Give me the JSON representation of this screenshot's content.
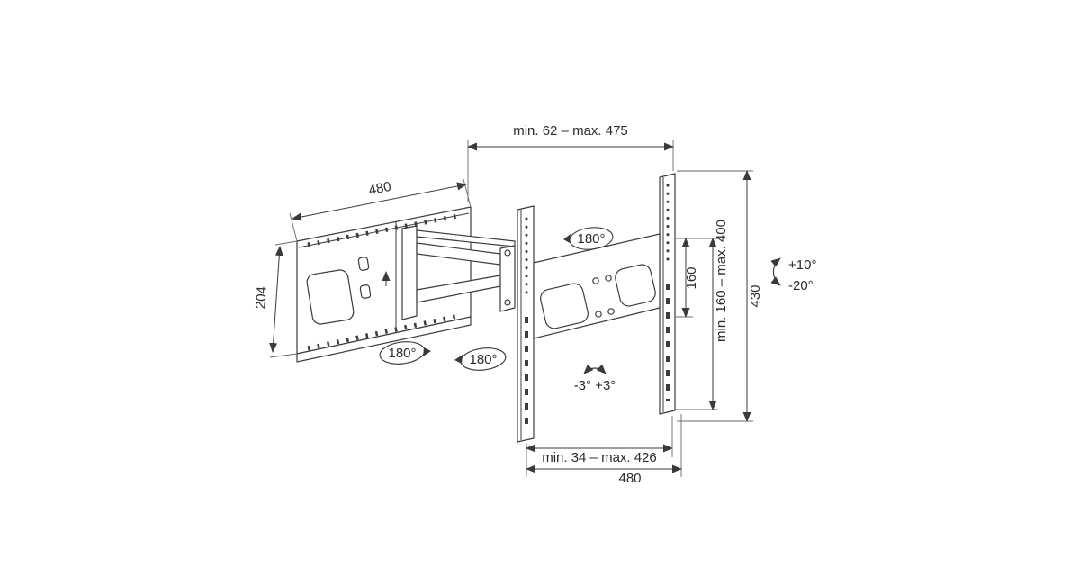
{
  "page": {
    "background": "#ffffff",
    "line_color": "#3c3c3c",
    "subject": "Full-motion TV wall mount technical dimension drawing"
  },
  "diagram": {
    "dimensions": {
      "depth_range": "min. 62 – max. 475",
      "wall_plate_width": "480",
      "wall_plate_height": "204",
      "vesa_vertical": "160",
      "vesa_vertical_range": "min. 160 – max. 400",
      "bracket_height": "430",
      "vesa_horizontal_range": "min. 34 – max. 426",
      "bracket_width": "480"
    },
    "angles": {
      "tilt_up": "+10°",
      "tilt_down": "-20°",
      "swivel_wall": "180°",
      "swivel_mid": "180°",
      "swivel_front": "180°",
      "level": "-3° +3°"
    }
  }
}
